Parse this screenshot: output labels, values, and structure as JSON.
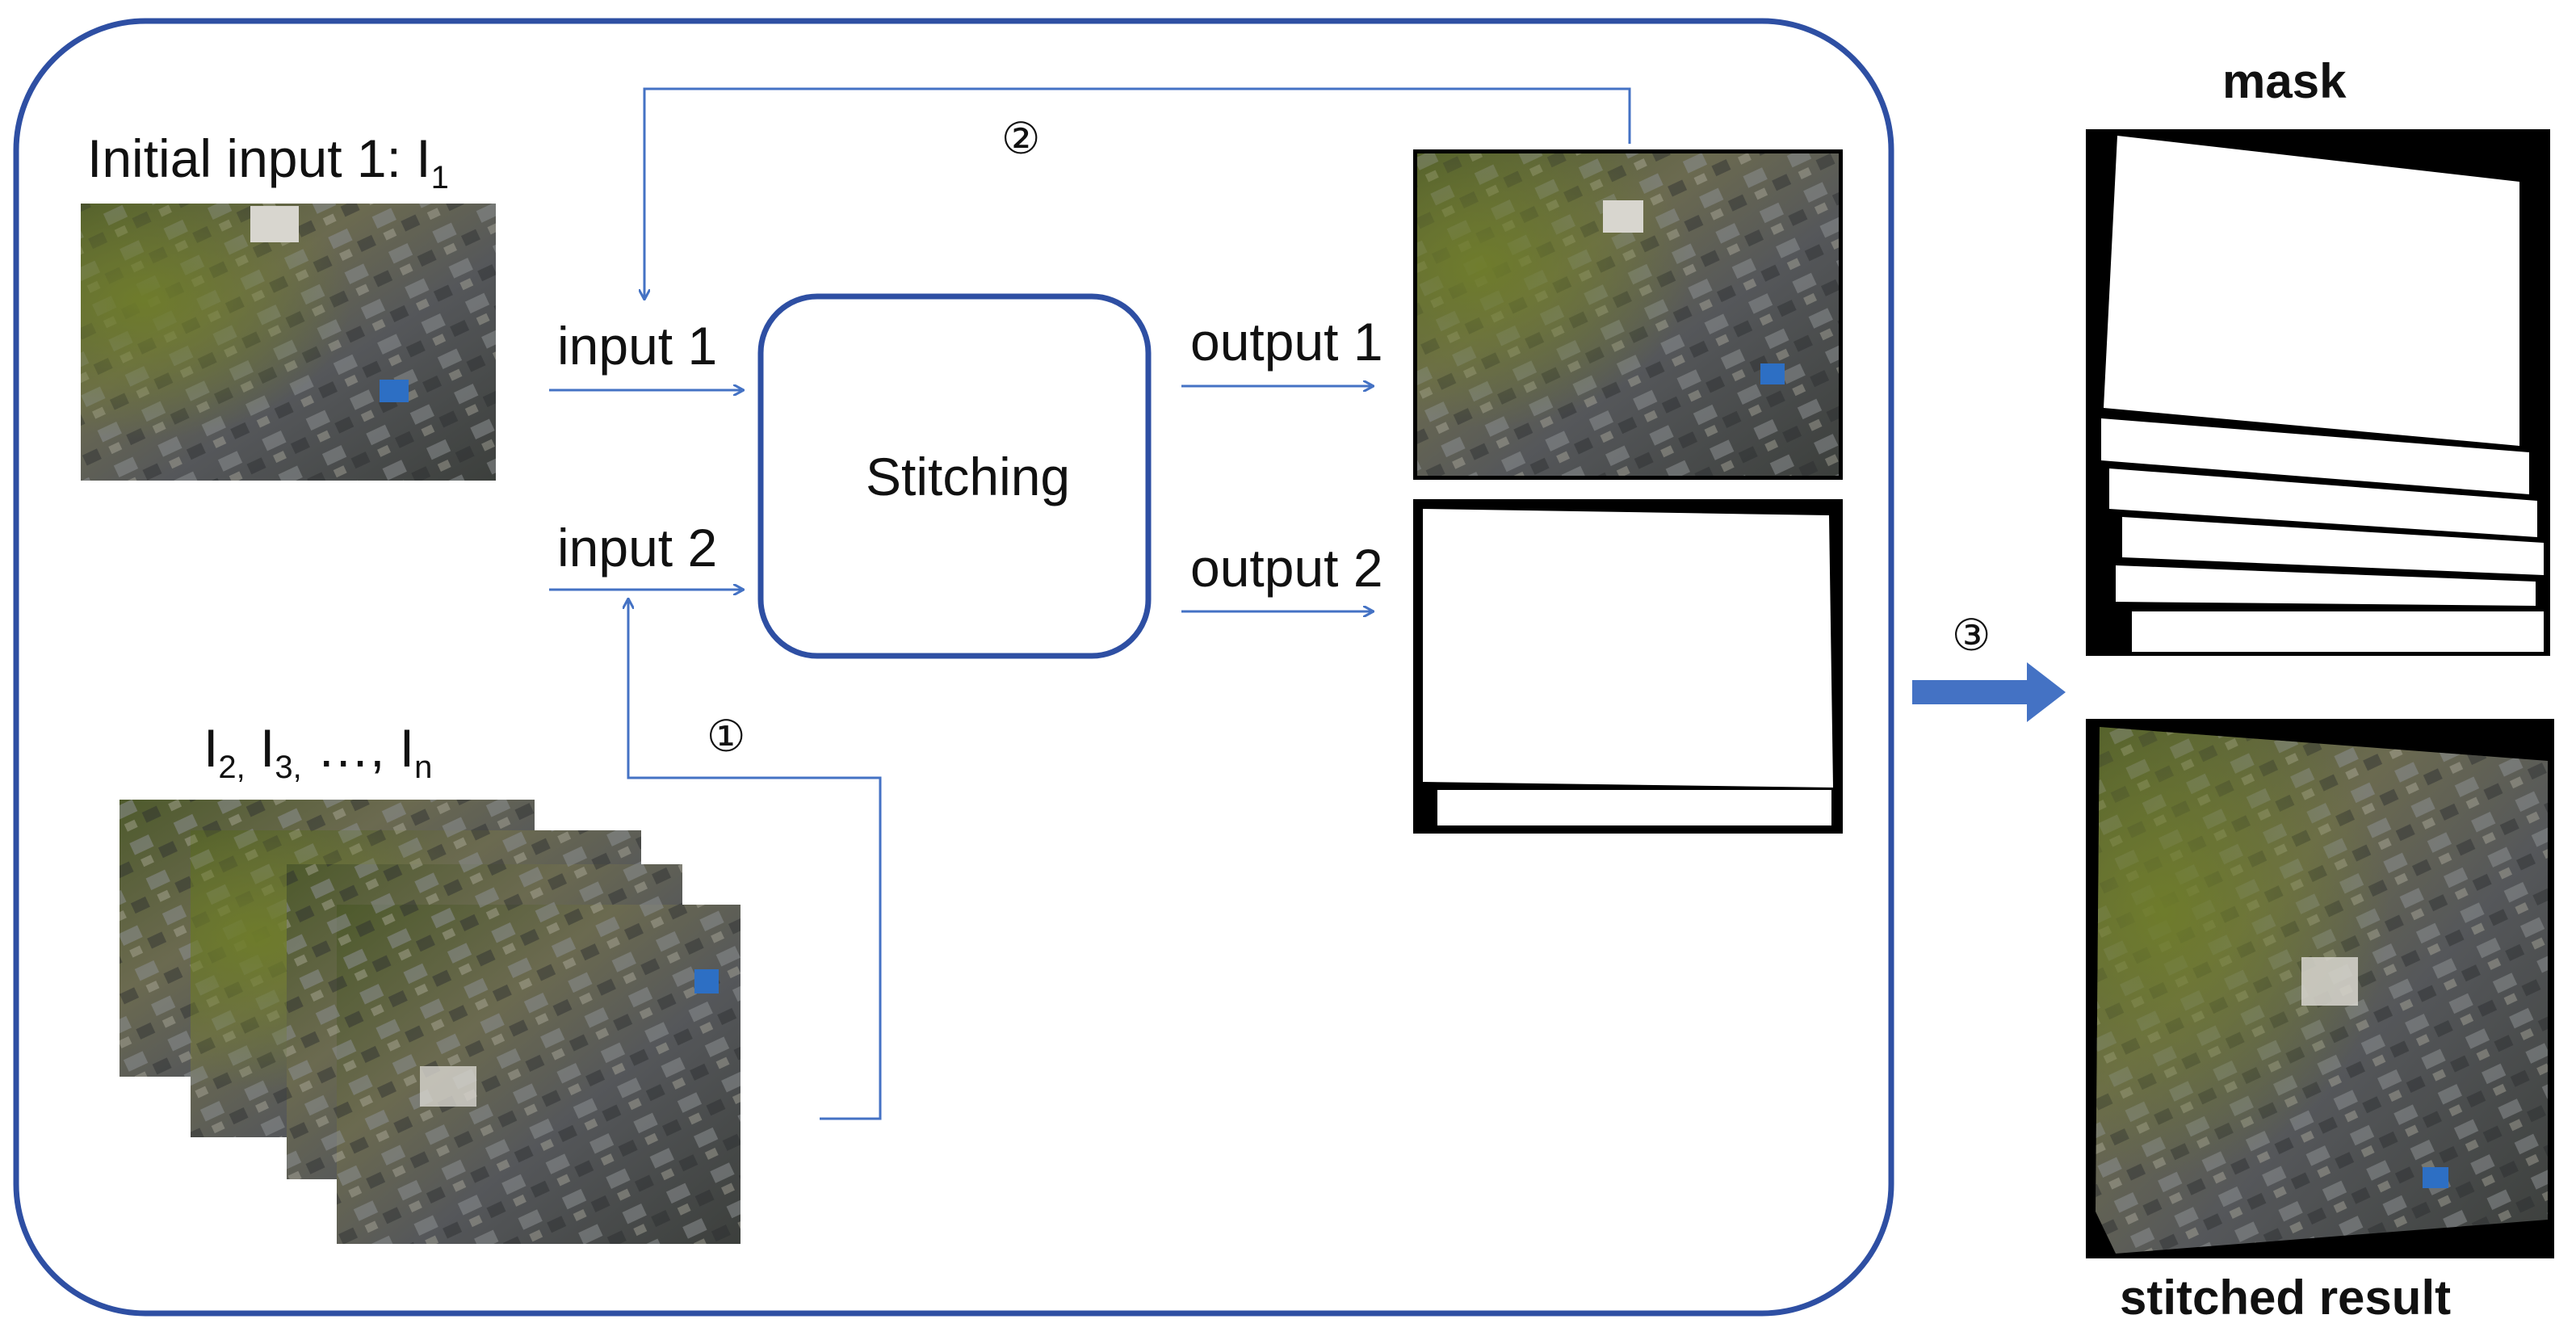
{
  "title": {
    "base": "Initial input 1: I",
    "sub": "1"
  },
  "sequence": {
    "i2": "I",
    "s2": "2,",
    "i3": " I",
    "s3": "3,",
    "dots": " …, I",
    "sn": "n"
  },
  "labels": {
    "input1": "input 1",
    "input2": "input 2",
    "stitching": "Stitching",
    "output1": "output 1",
    "output2": "output 2",
    "mask": "mask",
    "stitched": "stitched result"
  },
  "steps": {
    "one": "①",
    "two": "②",
    "three": "③"
  },
  "colors": {
    "frame": "#2e4fa3",
    "arrow": "#4472c4",
    "big_arrow": "#4472c4"
  },
  "icons": [
    "aerial-photo",
    "mask-image",
    "feedback-arrow"
  ]
}
